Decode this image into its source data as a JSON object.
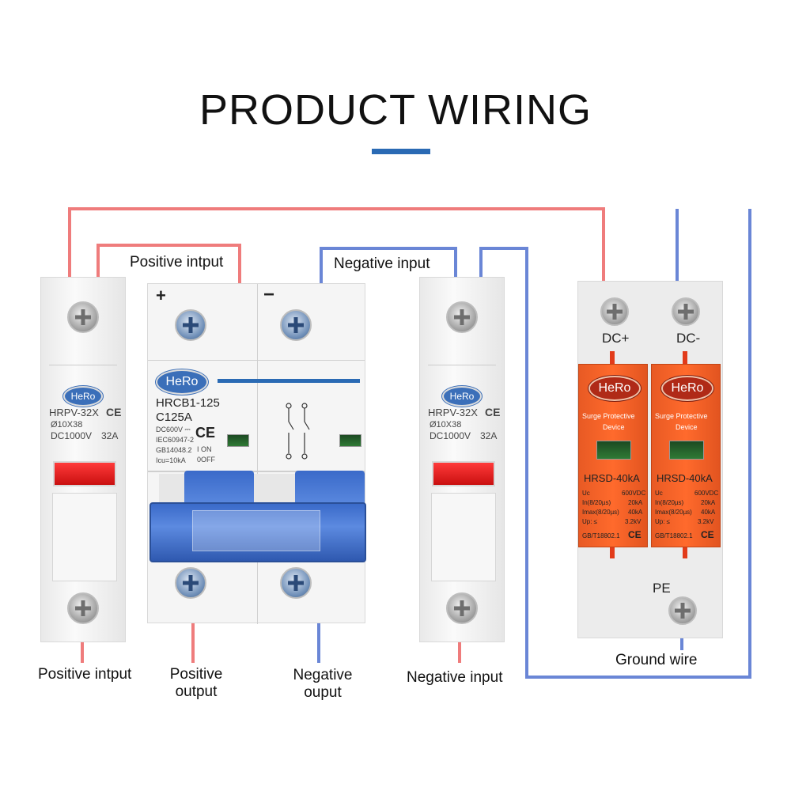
{
  "title": "PRODUCT WIRING",
  "colors": {
    "positive": "#ef7c7c",
    "negative": "#6a86d6",
    "accent": "#2a6ab4",
    "spd": "#ff6a2c"
  },
  "labels": {
    "top_positive": "Positive intput",
    "top_negative": "Negative input",
    "bottom_positive_input": "Positive intput",
    "bottom_positive_output": "Positive\noutput",
    "bottom_negative_output": "Negative\nouput",
    "bottom_negative_input": "Negative input",
    "ground_wire": "Ground wire",
    "pe": "PE"
  },
  "fuse": {
    "brand": "HeRo",
    "model": "HRPV-32X",
    "ce": "CE",
    "size": "Ø10X38",
    "rating": "DC1000V",
    "current": "32A"
  },
  "breaker": {
    "brand": "HeRo",
    "plus": "+",
    "minus": "−",
    "model": "HRCB1-125",
    "rating": "C125A",
    "ce": "CE",
    "lines": [
      "DC600V ⎓",
      "IEC60947-2",
      "GB14048.2",
      "Icu=10kA"
    ],
    "on": "I  ON",
    "off": "0OFF"
  },
  "spd": {
    "dc_plus": "DC+",
    "dc_minus": "DC-",
    "brand": "HeRo",
    "name1": "Surge Protective",
    "name2": "Device",
    "model": "HRSD-40kA",
    "uc_label": "Uc",
    "uc_value": "600VDC",
    "in_label": "In(8/20µs)",
    "in_value": "20kA",
    "imax_label": "Imax(8/20µs)",
    "imax_value": "40kA",
    "up_label": "Up:  ≤",
    "up_value": "3.2kV",
    "std": "GB/T18802.1",
    "ce": "CE"
  }
}
